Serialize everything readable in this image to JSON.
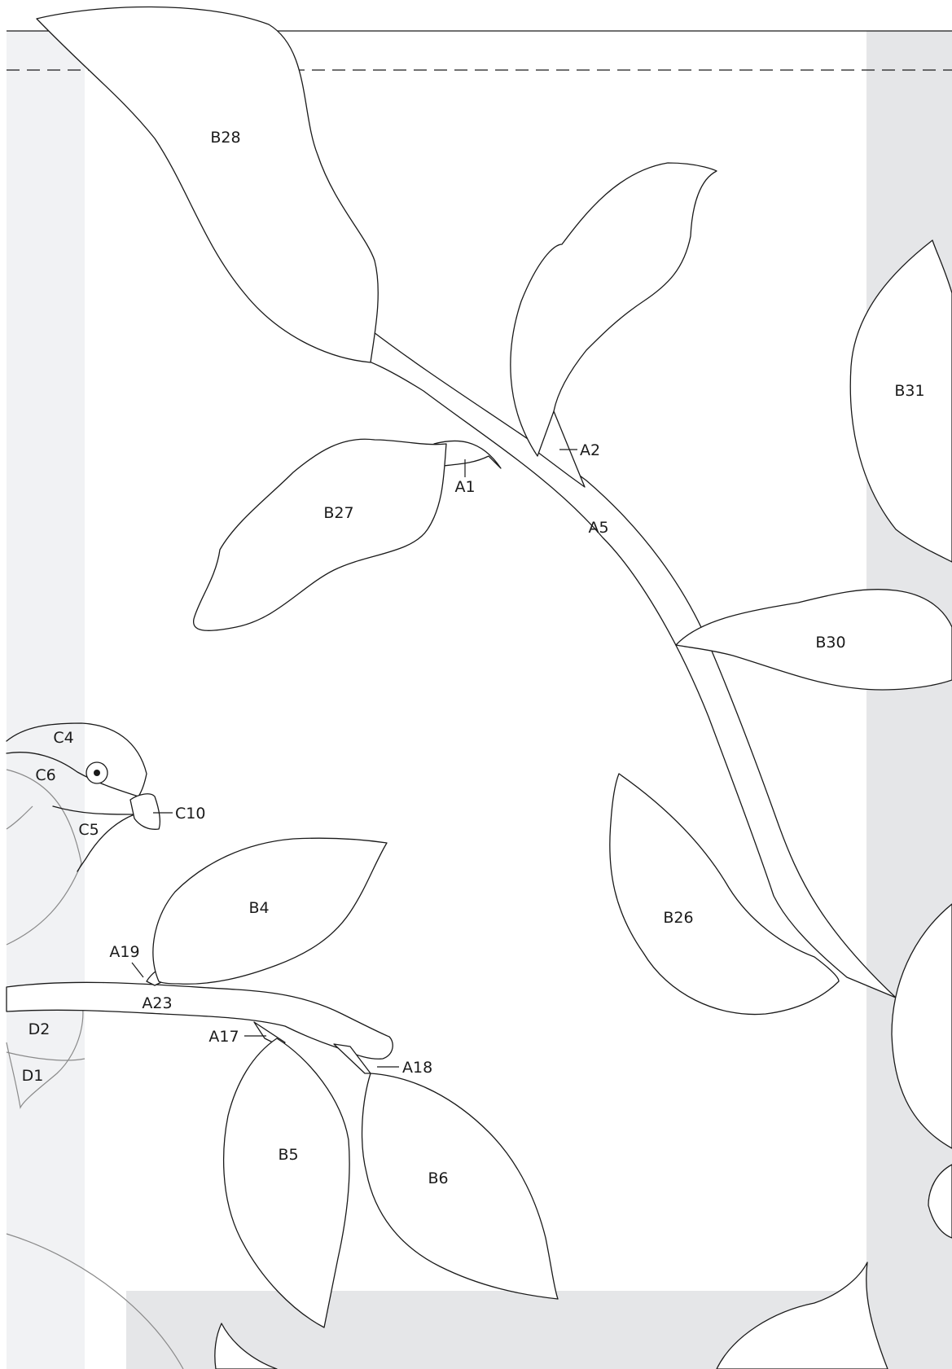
{
  "colors": {
    "margin_light": "#f1f2f4",
    "margin_dark": "#e5e6e8",
    "outline": "#1a1a1a",
    "overlap_outline": "#8a8a8a"
  },
  "labels": {
    "B28": "B28",
    "B27": "B27",
    "A1": "A1",
    "A2": "A2",
    "A5": "A5",
    "B31": "B31",
    "B30": "B30",
    "B26": "B26",
    "C4": "C4",
    "C6": "C6",
    "C5": "C5",
    "C10": "C10",
    "B4": "B4",
    "A19": "A19",
    "A23": "A23",
    "A17": "A17",
    "A18": "A18",
    "D2": "D2",
    "D1": "D1",
    "B5": "B5",
    "B6": "B6"
  }
}
